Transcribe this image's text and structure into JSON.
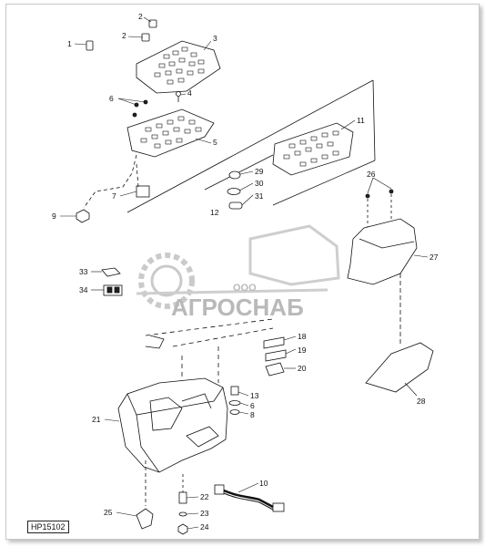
{
  "diagram": {
    "reference_code": "HP15102",
    "callouts": [
      {
        "id": "c1",
        "label": "1"
      },
      {
        "id": "c2a",
        "label": "2"
      },
      {
        "id": "c2b",
        "label": "2"
      },
      {
        "id": "c3",
        "label": "3"
      },
      {
        "id": "c4",
        "label": "4"
      },
      {
        "id": "c5",
        "label": "5"
      },
      {
        "id": "c6",
        "label": "6"
      },
      {
        "id": "c7",
        "label": "7"
      },
      {
        "id": "c9",
        "label": "9"
      },
      {
        "id": "c11",
        "label": "11"
      },
      {
        "id": "c12",
        "label": "12"
      },
      {
        "id": "c29",
        "label": "29"
      },
      {
        "id": "c30",
        "label": "30"
      },
      {
        "id": "c31",
        "label": "31"
      },
      {
        "id": "c26",
        "label": "26"
      },
      {
        "id": "c27",
        "label": "27"
      },
      {
        "id": "c28",
        "label": "28"
      },
      {
        "id": "c33",
        "label": "33"
      },
      {
        "id": "c34",
        "label": "34"
      },
      {
        "id": "c18",
        "label": "18"
      },
      {
        "id": "c19",
        "label": "19"
      },
      {
        "id": "c20",
        "label": "20"
      },
      {
        "id": "c13",
        "label": "13"
      },
      {
        "id": "c6b",
        "label": "6"
      },
      {
        "id": "c8",
        "label": "8"
      },
      {
        "id": "c21",
        "label": "21"
      },
      {
        "id": "c10",
        "label": "10"
      },
      {
        "id": "c22",
        "label": "22"
      },
      {
        "id": "c23",
        "label": "23"
      },
      {
        "id": "c24",
        "label": "24"
      },
      {
        "id": "c25",
        "label": "25"
      }
    ]
  },
  "watermark": {
    "company_prefix": "ООО",
    "company_name": "АГРОСНАБ",
    "color": "#b9b9b9"
  }
}
